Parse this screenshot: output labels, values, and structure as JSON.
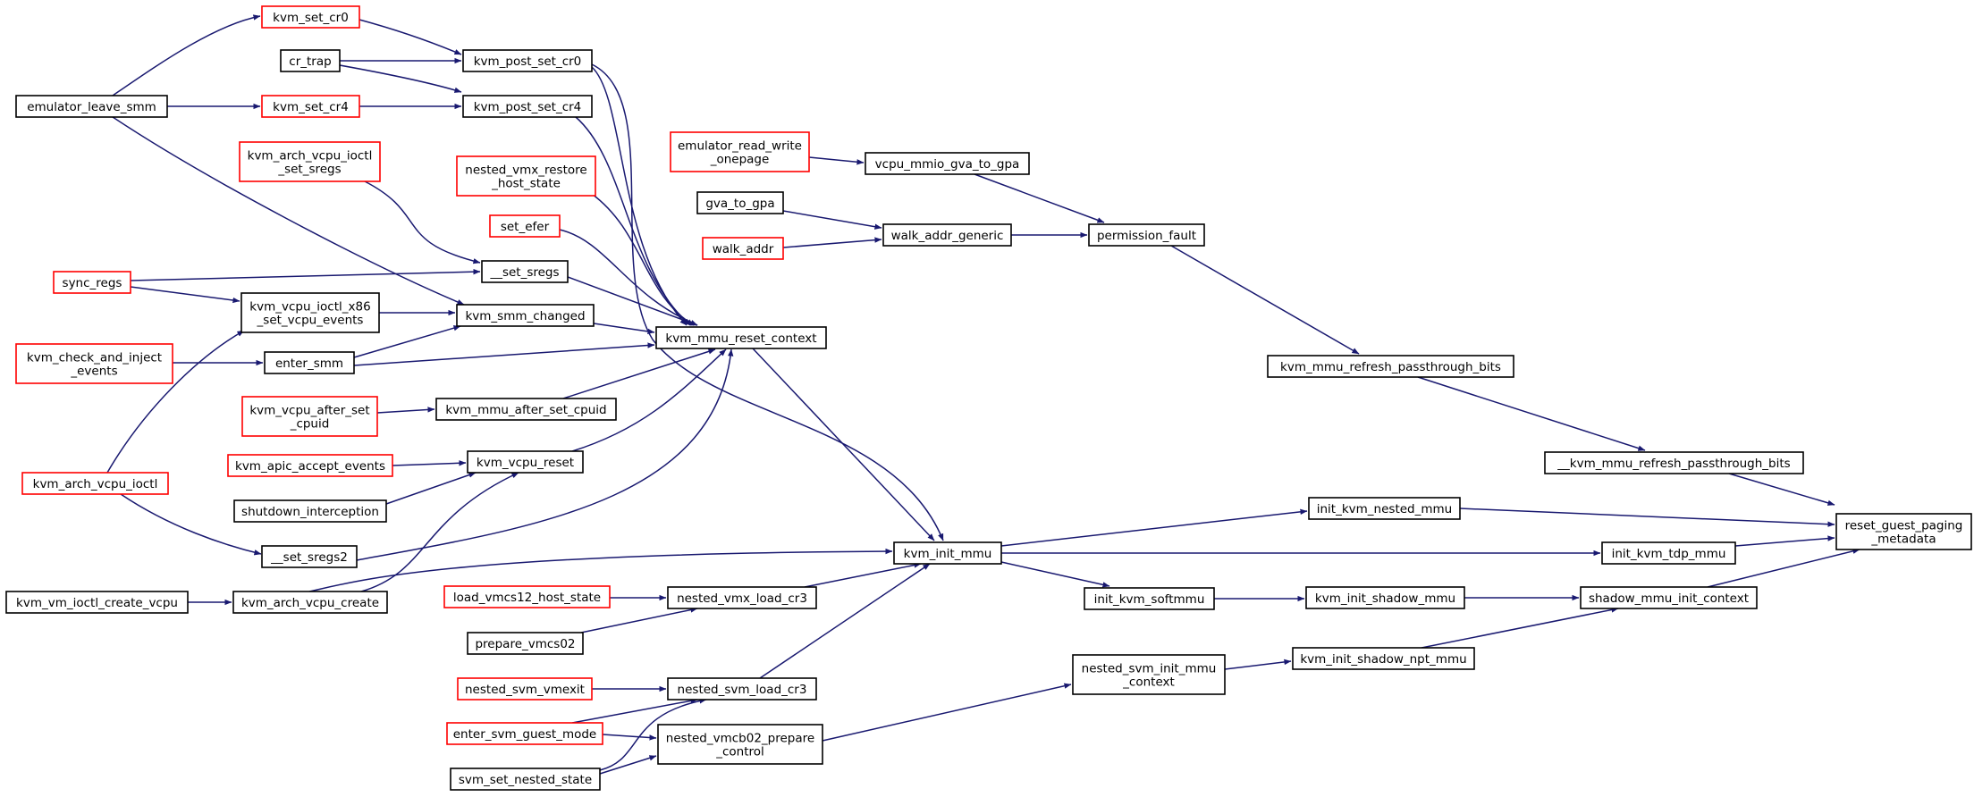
{
  "diagram": {
    "title": "",
    "colors": {
      "edge": "#191970",
      "arrowhead": "#191970",
      "truncated_border": "#ff0000",
      "normal_border": "#000000",
      "root_fill": "#bfbfbf"
    },
    "nodes": [
      {
        "id": "kvm_set_cr0",
        "lines": [
          "kvm_set_cr0"
        ],
        "style": "truncated"
      },
      {
        "id": "cr_trap",
        "lines": [
          "cr_trap"
        ],
        "style": "normal"
      },
      {
        "id": "kvm_post_set_cr0",
        "lines": [
          "kvm_post_set_cr0"
        ],
        "style": "normal"
      },
      {
        "id": "emulator_leave_smm",
        "lines": [
          "emulator_leave_smm"
        ],
        "style": "normal"
      },
      {
        "id": "kvm_set_cr4",
        "lines": [
          "kvm_set_cr4"
        ],
        "style": "truncated"
      },
      {
        "id": "kvm_post_set_cr4",
        "lines": [
          "kvm_post_set_cr4"
        ],
        "style": "normal"
      },
      {
        "id": "emulator_read_write_onepage",
        "lines": [
          "emulator_read_write",
          "_onepage"
        ],
        "style": "truncated"
      },
      {
        "id": "vcpu_mmio_gva_to_gpa",
        "lines": [
          "vcpu_mmio_gva_to_gpa"
        ],
        "style": "normal"
      },
      {
        "id": "kvm_arch_vcpu_ioctl_set_sregs",
        "lines": [
          "kvm_arch_vcpu_ioctl",
          "_set_sregs"
        ],
        "style": "truncated"
      },
      {
        "id": "nested_vmx_restore_host_state",
        "lines": [
          "nested_vmx_restore",
          "_host_state"
        ],
        "style": "truncated"
      },
      {
        "id": "gva_to_gpa",
        "lines": [
          "gva_to_gpa"
        ],
        "style": "normal"
      },
      {
        "id": "set_efer",
        "lines": [
          "set_efer"
        ],
        "style": "truncated"
      },
      {
        "id": "walk_addr",
        "lines": [
          "walk_addr"
        ],
        "style": "truncated"
      },
      {
        "id": "walk_addr_generic",
        "lines": [
          "walk_addr_generic"
        ],
        "style": "normal"
      },
      {
        "id": "permission_fault",
        "lines": [
          "permission_fault"
        ],
        "style": "normal"
      },
      {
        "id": "__set_sregs",
        "lines": [
          "__set_sregs"
        ],
        "style": "normal"
      },
      {
        "id": "sync_regs",
        "lines": [
          "sync_regs"
        ],
        "style": "truncated"
      },
      {
        "id": "kvm_vcpu_ioctl_x86_set_vcpu_events",
        "lines": [
          "kvm_vcpu_ioctl_x86",
          "_set_vcpu_events"
        ],
        "style": "normal"
      },
      {
        "id": "kvm_smm_changed",
        "lines": [
          "kvm_smm_changed"
        ],
        "style": "normal"
      },
      {
        "id": "kvm_mmu_reset_context",
        "lines": [
          "kvm_mmu_reset_context"
        ],
        "style": "normal"
      },
      {
        "id": "kvm_check_and_inject_events",
        "lines": [
          "kvm_check_and_inject",
          "_events"
        ],
        "style": "truncated"
      },
      {
        "id": "enter_smm",
        "lines": [
          "enter_smm"
        ],
        "style": "normal"
      },
      {
        "id": "kvm_mmu_refresh_passthrough_bits",
        "lines": [
          "kvm_mmu_refresh_passthrough_bits"
        ],
        "style": "normal"
      },
      {
        "id": "kvm_vcpu_after_set_cpuid",
        "lines": [
          "kvm_vcpu_after_set",
          "_cpuid"
        ],
        "style": "truncated"
      },
      {
        "id": "kvm_mmu_after_set_cpuid",
        "lines": [
          "kvm_mmu_after_set_cpuid"
        ],
        "style": "normal"
      },
      {
        "id": "kvm_apic_accept_events",
        "lines": [
          "kvm_apic_accept_events"
        ],
        "style": "truncated"
      },
      {
        "id": "kvm_vcpu_reset",
        "lines": [
          "kvm_vcpu_reset"
        ],
        "style": "normal"
      },
      {
        "id": "__kvm_mmu_refresh_passthrough_bits",
        "lines": [
          "__kvm_mmu_refresh_passthrough_bits"
        ],
        "style": "normal"
      },
      {
        "id": "kvm_arch_vcpu_ioctl",
        "lines": [
          "kvm_arch_vcpu_ioctl"
        ],
        "style": "truncated"
      },
      {
        "id": "shutdown_interception",
        "lines": [
          "shutdown_interception"
        ],
        "style": "normal"
      },
      {
        "id": "init_kvm_nested_mmu",
        "lines": [
          "init_kvm_nested_mmu"
        ],
        "style": "normal"
      },
      {
        "id": "reset_guest_paging_metadata",
        "lines": [
          "reset_guest_paging",
          "_metadata"
        ],
        "style": "root"
      },
      {
        "id": "__set_sregs2",
        "lines": [
          "__set_sregs2"
        ],
        "style": "normal"
      },
      {
        "id": "kvm_init_mmu",
        "lines": [
          "kvm_init_mmu"
        ],
        "style": "normal"
      },
      {
        "id": "init_kvm_tdp_mmu",
        "lines": [
          "init_kvm_tdp_mmu"
        ],
        "style": "normal"
      },
      {
        "id": "kvm_vm_ioctl_create_vcpu",
        "lines": [
          "kvm_vm_ioctl_create_vcpu"
        ],
        "style": "normal"
      },
      {
        "id": "kvm_arch_vcpu_create",
        "lines": [
          "kvm_arch_vcpu_create"
        ],
        "style": "normal"
      },
      {
        "id": "load_vmcs12_host_state",
        "lines": [
          "load_vmcs12_host_state"
        ],
        "style": "truncated"
      },
      {
        "id": "nested_vmx_load_cr3",
        "lines": [
          "nested_vmx_load_cr3"
        ],
        "style": "normal"
      },
      {
        "id": "init_kvm_softmmu",
        "lines": [
          "init_kvm_softmmu"
        ],
        "style": "normal"
      },
      {
        "id": "kvm_init_shadow_mmu",
        "lines": [
          "kvm_init_shadow_mmu"
        ],
        "style": "normal"
      },
      {
        "id": "shadow_mmu_init_context",
        "lines": [
          "shadow_mmu_init_context"
        ],
        "style": "normal"
      },
      {
        "id": "prepare_vmcs02",
        "lines": [
          "prepare_vmcs02"
        ],
        "style": "normal"
      },
      {
        "id": "nested_svm_init_mmu_context",
        "lines": [
          "nested_svm_init_mmu",
          "_context"
        ],
        "style": "normal"
      },
      {
        "id": "kvm_init_shadow_npt_mmu",
        "lines": [
          "kvm_init_shadow_npt_mmu"
        ],
        "style": "normal"
      },
      {
        "id": "nested_svm_vmexit",
        "lines": [
          "nested_svm_vmexit"
        ],
        "style": "truncated"
      },
      {
        "id": "nested_svm_load_cr3",
        "lines": [
          "nested_svm_load_cr3"
        ],
        "style": "normal"
      },
      {
        "id": "enter_svm_guest_mode",
        "lines": [
          "enter_svm_guest_mode"
        ],
        "style": "truncated"
      },
      {
        "id": "nested_vmcb02_prepare_control",
        "lines": [
          "nested_vmcb02_prepare",
          "_control"
        ],
        "style": "normal"
      },
      {
        "id": "svm_set_nested_state",
        "lines": [
          "svm_set_nested_state"
        ],
        "style": "normal"
      }
    ]
  }
}
